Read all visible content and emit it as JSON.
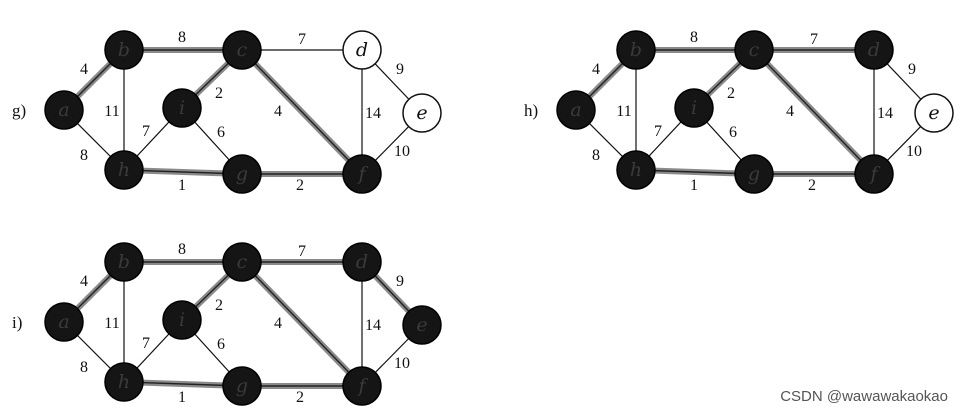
{
  "nodes": {
    "a": {
      "label": "a"
    },
    "b": {
      "label": "b"
    },
    "c": {
      "label": "c"
    },
    "d": {
      "label": "d"
    },
    "e": {
      "label": "e"
    },
    "f": {
      "label": "f"
    },
    "g": {
      "label": "g"
    },
    "h": {
      "label": "h"
    },
    "i": {
      "label": "i"
    }
  },
  "edges": [
    {
      "from": "a",
      "to": "b",
      "weight": "4"
    },
    {
      "from": "a",
      "to": "h",
      "weight": "8"
    },
    {
      "from": "b",
      "to": "c",
      "weight": "8"
    },
    {
      "from": "b",
      "to": "h",
      "weight": "11"
    },
    {
      "from": "c",
      "to": "d",
      "weight": "7"
    },
    {
      "from": "c",
      "to": "i",
      "weight": "2"
    },
    {
      "from": "c",
      "to": "f",
      "weight": "4"
    },
    {
      "from": "d",
      "to": "e",
      "weight": "9"
    },
    {
      "from": "d",
      "to": "f",
      "weight": "14"
    },
    {
      "from": "e",
      "to": "f",
      "weight": "10"
    },
    {
      "from": "i",
      "to": "h",
      "weight": "7"
    },
    {
      "from": "i",
      "to": "g",
      "weight": "6"
    },
    {
      "from": "h",
      "to": "g",
      "weight": "1"
    },
    {
      "from": "g",
      "to": "f",
      "weight": "2"
    }
  ],
  "panels": [
    {
      "label": "g)",
      "visited": [
        "a",
        "b",
        "c",
        "f",
        "g",
        "h",
        "i"
      ],
      "mst_edges": [
        "a-b",
        "b-c",
        "c-i",
        "c-f",
        "h-g",
        "g-f"
      ]
    },
    {
      "label": "h)",
      "visited": [
        "a",
        "b",
        "c",
        "d",
        "f",
        "g",
        "h",
        "i"
      ],
      "mst_edges": [
        "a-b",
        "b-c",
        "c-i",
        "c-f",
        "h-g",
        "g-f",
        "c-d"
      ]
    },
    {
      "label": "i)",
      "visited": [
        "a",
        "b",
        "c",
        "d",
        "e",
        "f",
        "g",
        "h",
        "i"
      ],
      "mst_edges": [
        "a-b",
        "b-c",
        "c-i",
        "c-f",
        "h-g",
        "g-f",
        "c-d",
        "d-e"
      ]
    }
  ],
  "watermark": "CSDN @wawawakaokao"
}
